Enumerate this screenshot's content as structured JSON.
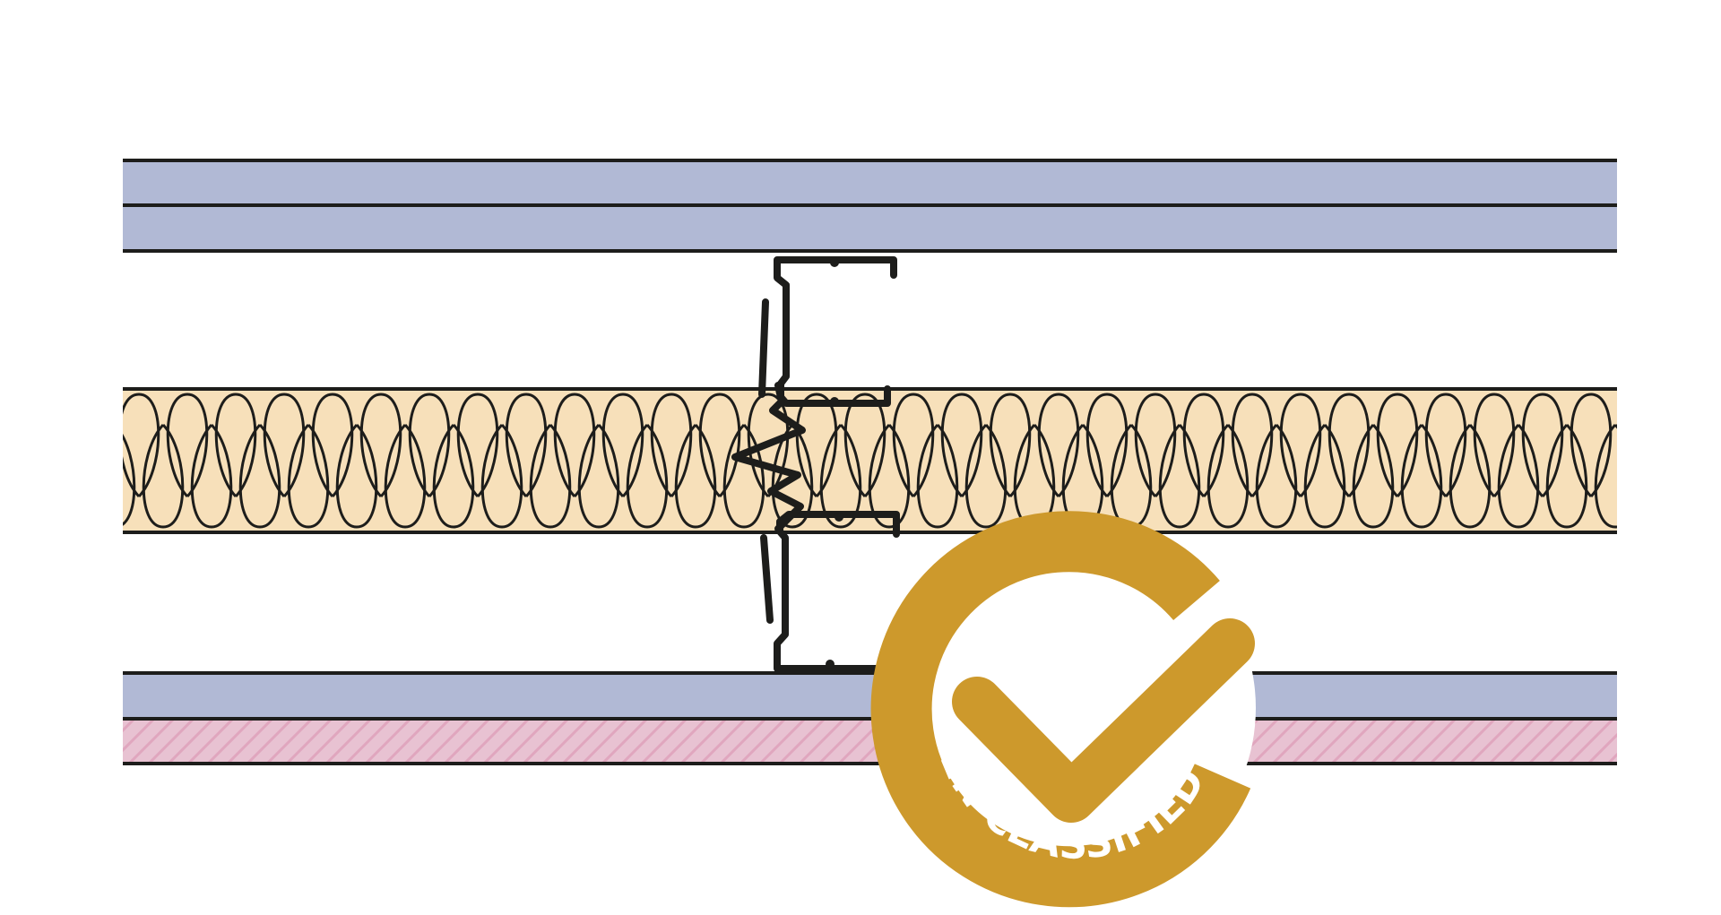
{
  "diagram": {
    "kind": "wall-section",
    "layers_top_to_bottom": [
      {
        "id": "top-board-outer",
        "material": "plasterboard",
        "color": "#b1b9d5"
      },
      {
        "id": "top-board-inner",
        "material": "plasterboard",
        "color": "#b1b9d5"
      },
      {
        "id": "cavity-upper",
        "material": "air-cavity",
        "color": "#ffffff"
      },
      {
        "id": "insulation",
        "material": "mineral-wool",
        "color": "#f7e0ba"
      },
      {
        "id": "cavity-lower",
        "material": "air-cavity",
        "color": "#ffffff"
      },
      {
        "id": "bottom-board",
        "material": "plasterboard",
        "color": "#b1b9d5"
      },
      {
        "id": "bottom-board-hatched",
        "material": "hatched-board",
        "color": "#e8c2d2",
        "hatch_color": "#e0a6be"
      }
    ],
    "studs": [
      {
        "id": "upper-stud",
        "profile": "c-stud"
      },
      {
        "id": "lower-stud",
        "profile": "c-stud"
      }
    ],
    "outline_color": "#1d1d1b"
  },
  "badge": {
    "label": "EN CLASSIFIED",
    "icon": "check-icon",
    "color": "#cd992c",
    "background": "#ffffff"
  }
}
